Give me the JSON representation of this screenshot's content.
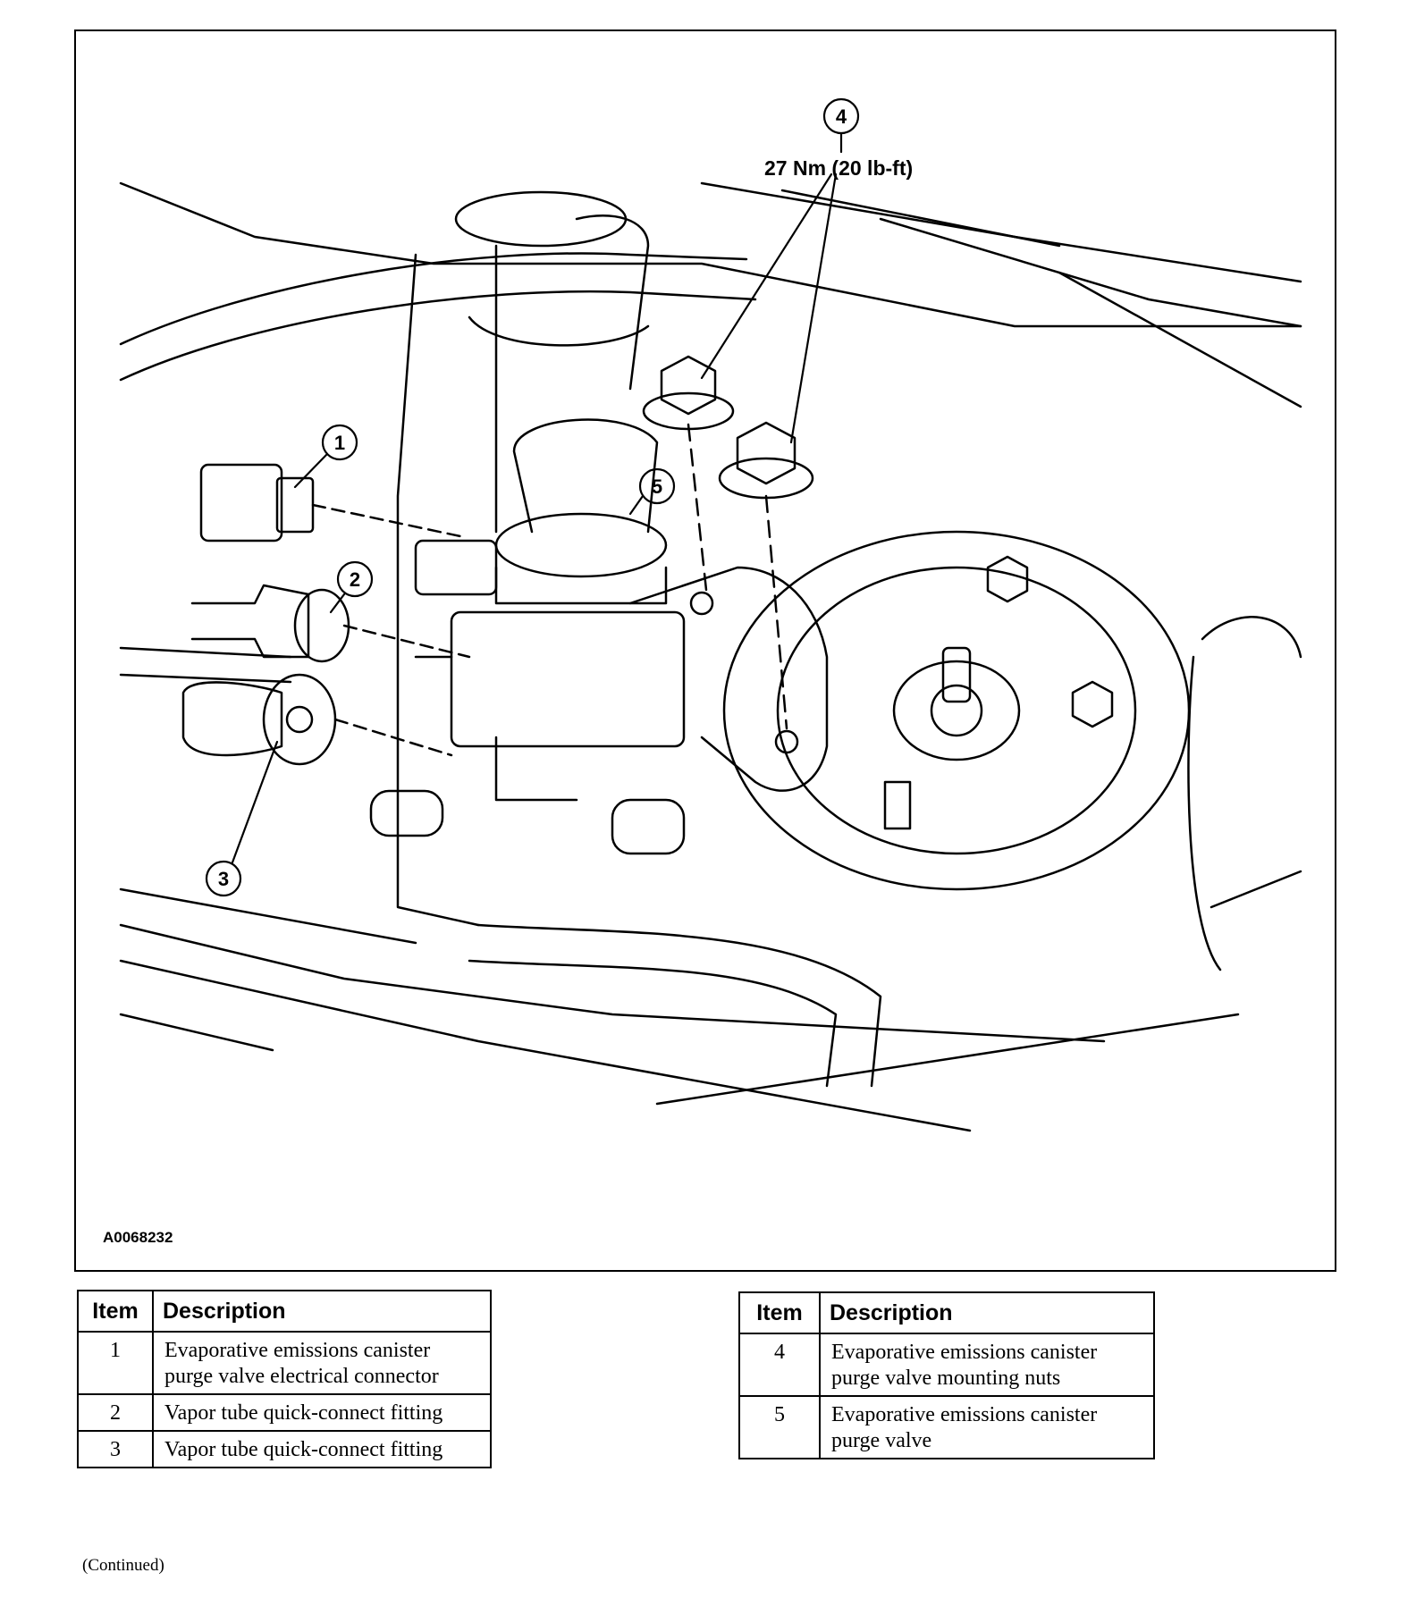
{
  "figure": {
    "figure_id": "A0068232",
    "callouts": [
      {
        "number": "1"
      },
      {
        "number": "2"
      },
      {
        "number": "3"
      },
      {
        "number": "4",
        "torque": "27 Nm (20 lb-ft)"
      },
      {
        "number": "5"
      }
    ]
  },
  "legend_left": {
    "header_item": "Item",
    "header_description": "Description",
    "rows": [
      {
        "item": "1",
        "description": "Evaporative emissions canister purge valve electrical connector"
      },
      {
        "item": "2",
        "description": "Vapor tube quick-connect fitting"
      },
      {
        "item": "3",
        "description": "Vapor tube quick-connect fitting"
      }
    ]
  },
  "legend_right": {
    "header_item": "Item",
    "header_description": "Description",
    "rows": [
      {
        "item": "4",
        "description": "Evaporative emissions canister purge valve mounting nuts"
      },
      {
        "item": "5",
        "description": "Evaporative emissions canister purge valve"
      }
    ]
  },
  "continued_note": "(Continued)"
}
